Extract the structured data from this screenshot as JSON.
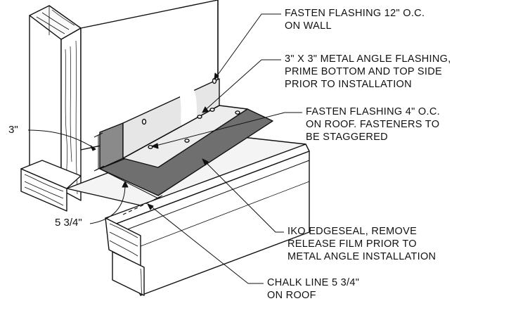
{
  "callouts": {
    "fasten_wall": {
      "lines": [
        "FASTEN FLASHING 12\" O.C.",
        "ON WALL"
      ]
    },
    "angle_flashing": {
      "lines": [
        "3\" X 3\" METAL ANGLE FLASHING,",
        "PRIME BOTTOM AND TOP SIDE",
        "PRIOR TO INSTALLATION"
      ]
    },
    "fasten_roof": {
      "lines": [
        "FASTEN FLASHING 4\" O.C.",
        "ON ROOF. FASTENERS TO",
        "BE STAGGERED"
      ]
    },
    "edgeseal": {
      "lines": [
        "IKO EDGESEAL, REMOVE",
        "RELEASE FILM PRIOR TO",
        "METAL ANGLE INSTALLATION"
      ]
    },
    "chalk_line": {
      "lines": [
        "CHALK LINE 5 3/4\"",
        "ON ROOF"
      ]
    }
  },
  "dimensions": {
    "vertical": "3\"",
    "horizontal": "5 3/4\""
  },
  "colors": {
    "line": "#111111",
    "membrane": "#6f6f6f",
    "flashing_face": "#e8e8e8",
    "flashing_shade": "#9a9a9a",
    "wood_face": "#f7f7f7"
  }
}
